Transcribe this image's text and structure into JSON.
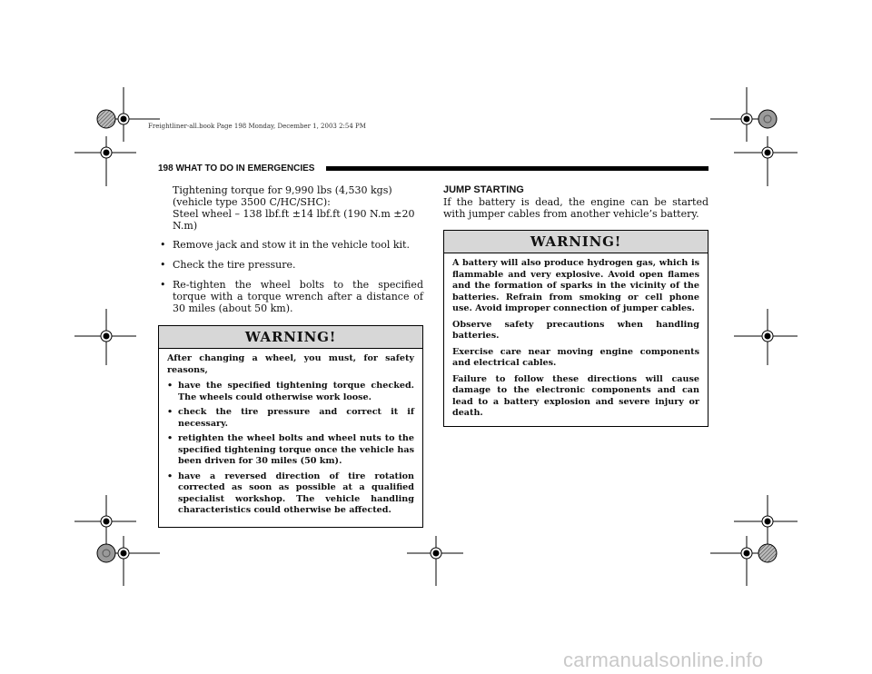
{
  "book_info": "Freightliner-all.book  Page 198  Monday, December 1, 2003  2:54 PM",
  "header": {
    "label": "198  WHAT TO DO IN EMERGENCIES"
  },
  "left_column": {
    "torque_lines": [
      "Tightening torque for 9,990 lbs (4,530 kgs)",
      "(vehicle type 3500 C/HC/SHC):",
      "Steel wheel – 138 lbf.ft ±14 lbf.ft (190 N.m ±20 N.m)"
    ],
    "bullets": [
      "Remove jack and stow it in the vehicle tool kit.",
      "Check the tire pressure.",
      "Re-tighten the wheel bolts to the specified torque with a torque wrench after a distance of 30 miles (about 50 km)."
    ],
    "warning": {
      "title": "WARNING!",
      "intro": "After changing a wheel, you must, for safety reasons,",
      "items": [
        "have the specified tightening torque checked. The wheels could otherwise work loose.",
        "check the tire pressure and correct it if necessary.",
        "retighten the wheel bolts and wheel nuts to the specified tightening torque once the vehicle has been driven for 30 miles (50 km).",
        "have a reversed direction of tire rotation corrected as soon as possible at a qualified specialist workshop. The vehicle handling characteristics could otherwise be affected."
      ]
    }
  },
  "right_column": {
    "heading": "JUMP STARTING",
    "intro": "If the battery is dead, the engine can be started with jumper cables from another vehicle’s battery.",
    "warning": {
      "title": "WARNING!",
      "paragraphs": [
        "A battery will also produce hydrogen gas, which is flammable and very explosive. Avoid open flames and the formation of sparks in the vicinity of the batteries. Refrain from smoking or cell phone use. Avoid improper connection of jumper cables.",
        "Observe safety precautions when handling batteries.",
        "Exercise care near moving engine components and electrical cables.",
        "Failure to follow these directions will cause damage to the electronic components and can lead to a battery explosion and severe injury or death."
      ]
    }
  },
  "watermark": "carmanualsonline.info"
}
